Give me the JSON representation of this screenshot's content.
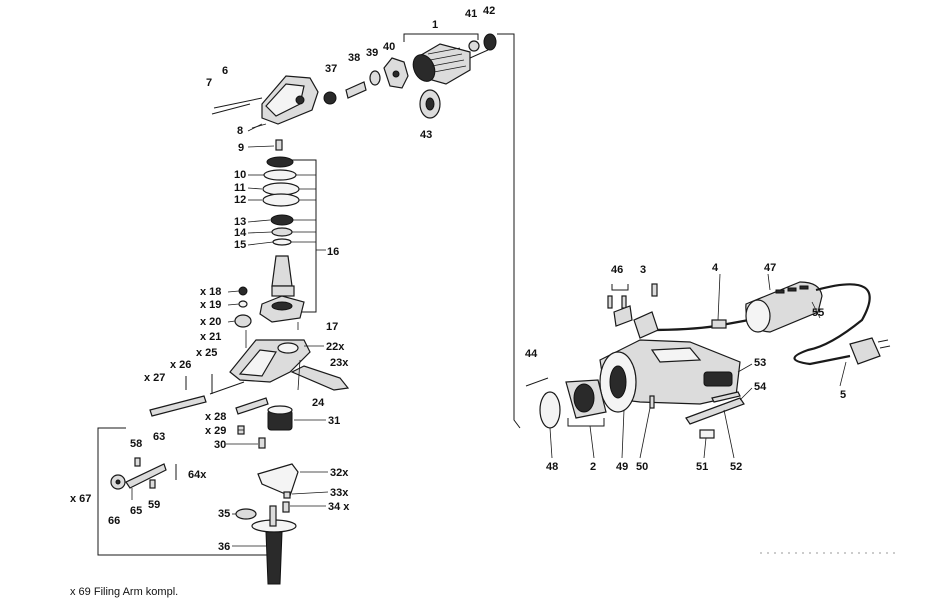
{
  "labels": {
    "l1": "1",
    "l41": "41",
    "l42": "42",
    "l6": "6",
    "l7": "7",
    "l37": "37",
    "l38": "38",
    "l39": "39",
    "l40": "40",
    "l43": "43",
    "l8": "8",
    "l9": "9",
    "l10": "10",
    "l11": "11",
    "l12": "12",
    "l13": "13",
    "l14": "14",
    "l15": "15",
    "l16": "16",
    "l18": "x 18",
    "l19": "x 19",
    "l20": "x 20",
    "l21": "x 21",
    "l17": "17",
    "l25": "x 25",
    "l22": "22x",
    "l23": "23x",
    "l26": "x 26",
    "l27": "x 27",
    "l24": "24",
    "l28": "x 28",
    "l31": "31",
    "l29": "x 29",
    "l30": "30",
    "l58": "58",
    "l63": "63",
    "l64": "64x",
    "l32": "32x",
    "l33": "33x",
    "l34": "34 x",
    "l67": "x 67",
    "l66": "66",
    "l65": "65",
    "l59": "59",
    "l35": "35",
    "l36": "36",
    "l46": "46",
    "l3": "3",
    "l4": "4",
    "l47": "47",
    "l55": "55",
    "l5": "5",
    "l44": "44",
    "l53": "53",
    "l54": "54",
    "l48": "48",
    "l2": "2",
    "l49": "49",
    "l50": "50",
    "l51": "51",
    "l52": "52"
  },
  "footer": "x 69 Filing Arm kompl."
}
